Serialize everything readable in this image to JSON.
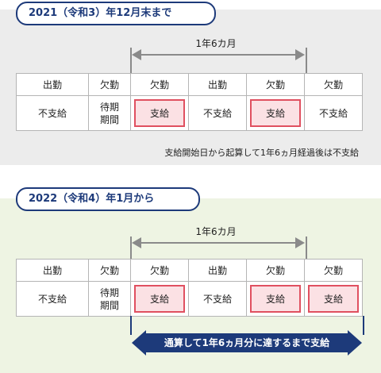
{
  "section1": {
    "title": "2021（令和3）年12月末まで",
    "span_label": "1年6カ月",
    "header_cells": [
      "出勤",
      "欠勤",
      "欠勤",
      "出勤",
      "欠勤",
      "欠勤"
    ],
    "status_cells": [
      "不支給",
      "待期\n期間",
      "支給",
      "不支給",
      "支給",
      "不支給"
    ],
    "note": "支給開始日から起算して1年6ヵ月経過後は不支給"
  },
  "section2": {
    "title": "2022（令和4）年1月から",
    "span_label": "1年6カ月",
    "header_cells": [
      "出勤",
      "欠勤",
      "欠勤",
      "出勤",
      "欠勤",
      "欠勤"
    ],
    "status_cells": [
      "不支給",
      "待期\n期間",
      "支給",
      "不支給",
      "支給",
      "支給"
    ],
    "arrow_text": "通算して1年6ヵ月分に達するまで支給"
  },
  "colors": {
    "navy": "#1d3a7a",
    "highlight_fill": "#fbe1e4",
    "highlight_border": "#e05060",
    "panel1_bg": "#ececec",
    "panel2_bg": "#eef4e3"
  }
}
